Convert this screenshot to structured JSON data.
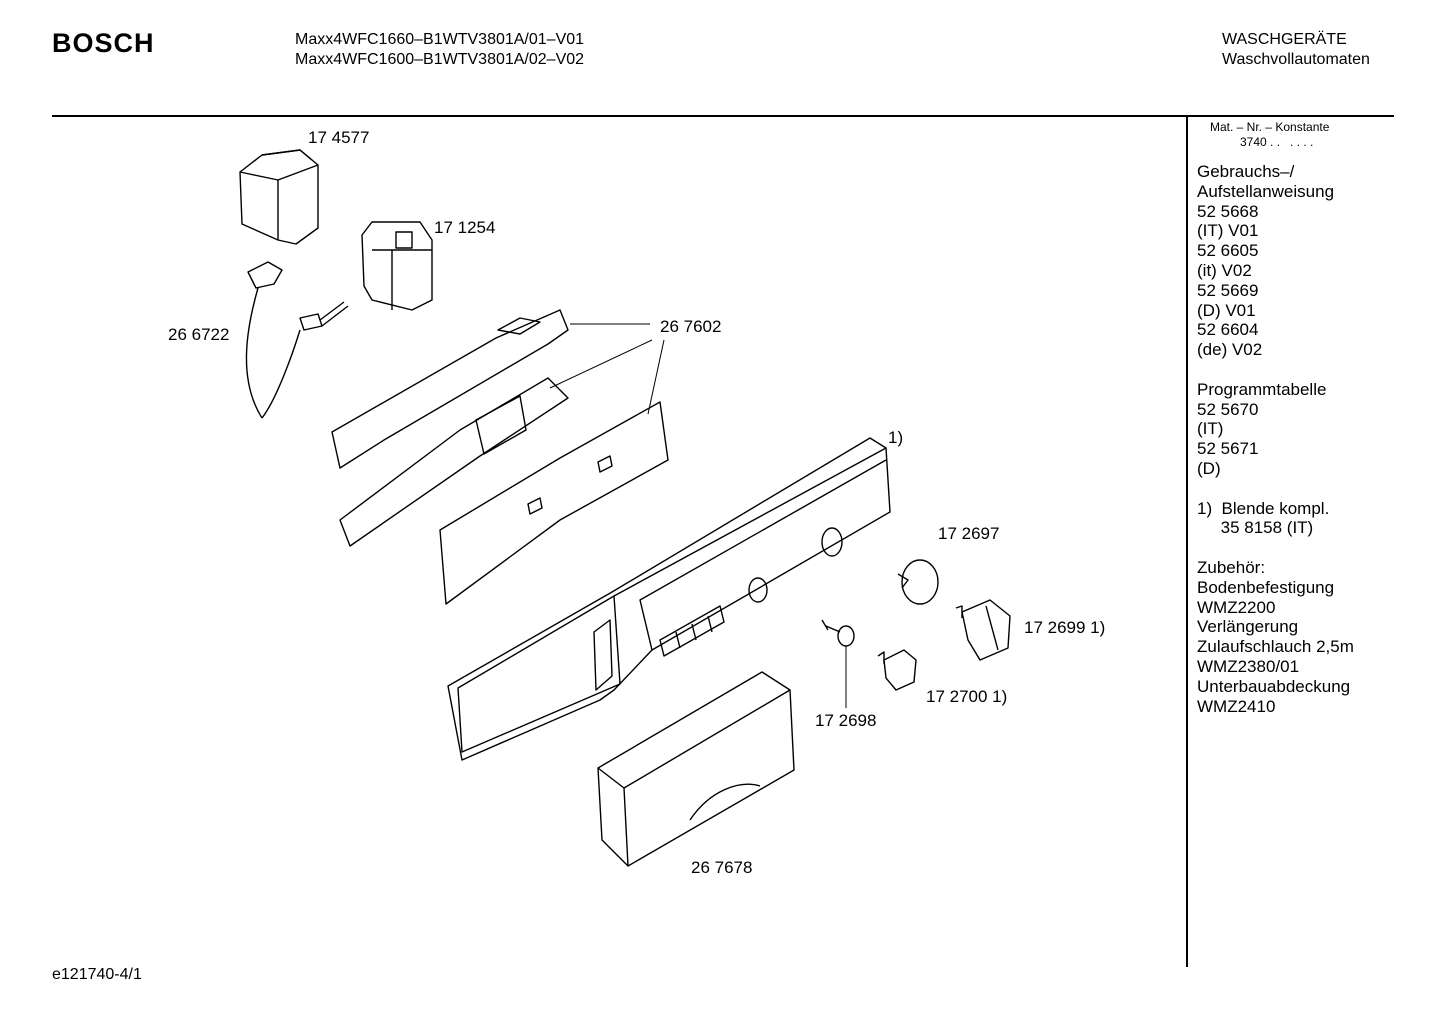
{
  "header": {
    "brand": "BOSCH",
    "models": [
      "Maxx4WFC1660–B1WTV3801A/01–V01",
      "Maxx4WFC1600–B1WTV3801A/02–V02"
    ],
    "category": "WASCHGERÄTE",
    "subcategory": "Waschvollautomaten"
  },
  "sidebar": {
    "mat_header": "Mat. – Nr. – Konstante",
    "mat_value": "3740 . .   . . . .",
    "lines": [
      "Gebrauchs–/",
      "Aufstellanweisung",
      "52 5668",
      "(IT) V01",
      "52 6605",
      "(it) V02",
      "52 5669",
      "(D) V01",
      "52 6604",
      "(de) V02",
      "",
      "Programmtabelle",
      "52 5670",
      "(IT)",
      "52 5671",
      "(D)",
      "",
      "1)  Blende kompl.",
      "     35 8158 (IT)",
      "",
      "Zubehör:",
      "Bodenbefestigung",
      "WMZ2200",
      "Verlängerung",
      "Zulaufschlauch 2,5m",
      "WMZ2380/01",
      "Unterbauabdeckung",
      "WMZ2410"
    ]
  },
  "parts": {
    "p174577": "17 4577",
    "p171254": "17 1254",
    "p266722": "26 6722",
    "p267602": "26 7602",
    "note1": "1)",
    "p172697": "17 2697",
    "p172699": "17 2699 1)",
    "p172700": "17 2700 1)",
    "p172698": "17 2698",
    "p267678": "26 7678"
  },
  "footer": {
    "drawing_id": "e121740-4/1"
  }
}
